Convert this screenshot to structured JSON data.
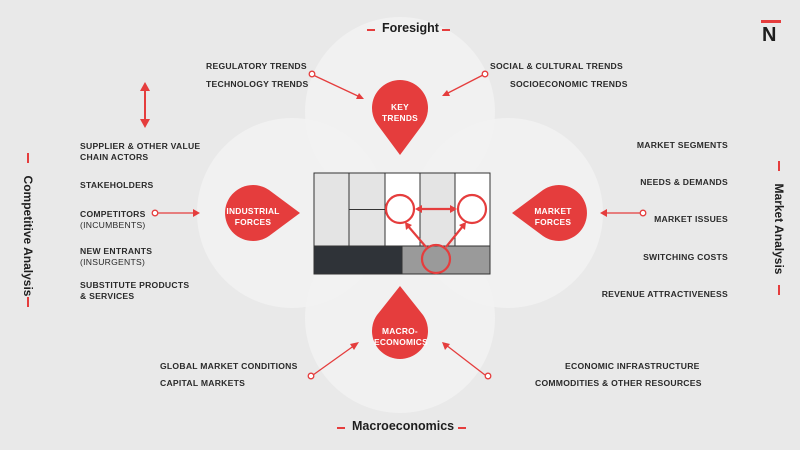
{
  "headings": {
    "top": "Foresight",
    "bottom": "Macroeconomics",
    "left": "Competitive Analysis",
    "right": "Market Analysis"
  },
  "drops": {
    "key_trends": "KEY TRENDS",
    "industrial_forces": "INDUSTRIAL FORCES",
    "market_forces": "MARKET FORCES",
    "macroeconomics": "MACRO-ECONOMICS"
  },
  "left_labels": {
    "supplier": [
      "SUPPLIER & OTHER VALUE",
      "CHAIN ACTORS"
    ],
    "stakeholders": "STAKEHOLDERS",
    "competitors": [
      "COMPETITORS",
      "(INCUMBENTS)"
    ],
    "new_entrants": [
      "NEW ENTRANTS",
      "(INSURGENTS)"
    ],
    "substitutes": [
      "SUBSTITUTE PRODUCTS",
      "& SERVICES"
    ]
  },
  "right_labels": {
    "segments": "MARKET SEGMENTS",
    "needs": "NEEDS & DEMANDS",
    "issues": "MARKET ISSUES",
    "switching": "SWITCHING COSTS",
    "revenue": "REVENUE ATTRACTIVENESS"
  },
  "top_labels": {
    "regulatory": "REGULATORY TRENDS",
    "technology": "TECHNOLOGY TRENDS",
    "social": "SOCIAL & CULTURAL TRENDS",
    "socioeconomic": "SOCIOECONOMIC TRENDS"
  },
  "bottom_labels": {
    "global": "GLOBAL MARKET CONDITIONS",
    "capital": "CAPITAL MARKETS",
    "infrastructure": "ECONOMIC INFRASTRUCTURE",
    "commodities": "COMMODITIES & OTHER RESOURCES"
  },
  "logo": "N",
  "colors": {
    "accent": "#e53d3d",
    "background": "#e9e9e9",
    "circle": "#f3f3f3",
    "dark": "#2f3338",
    "grid_gray": "#9a9a9a"
  }
}
